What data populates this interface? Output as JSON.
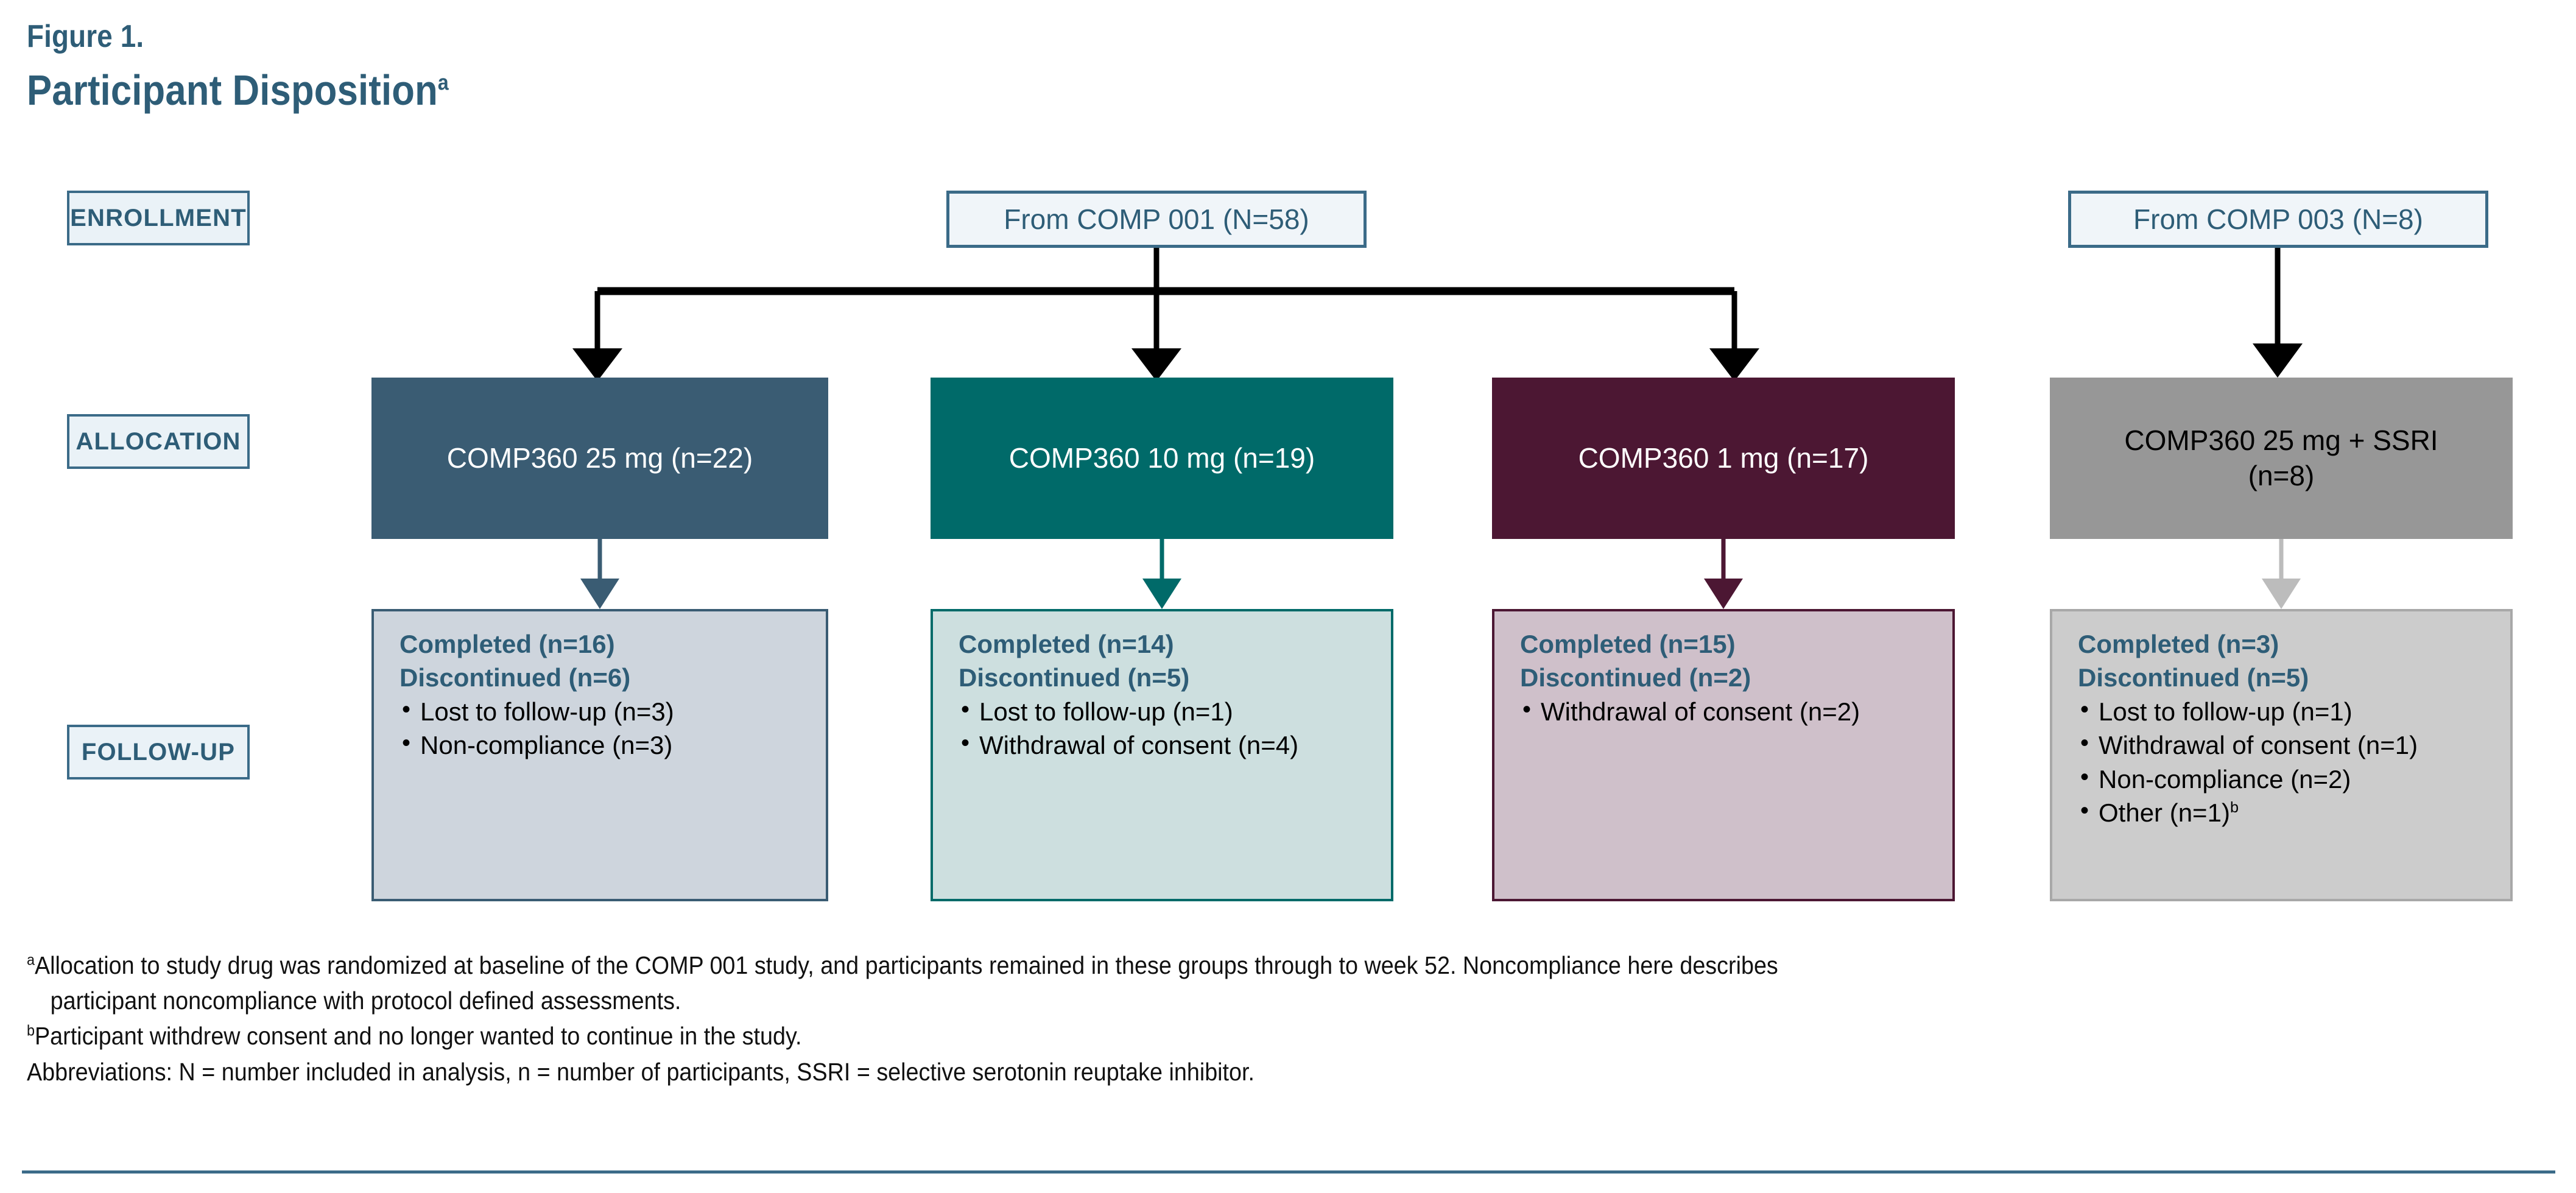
{
  "figure": {
    "label": "Figure 1.",
    "title": "Participant Disposition",
    "title_superscript": "a"
  },
  "stages": [
    {
      "id": "enrollment",
      "label": "ENROLLMENT"
    },
    {
      "id": "allocation",
      "label": "ALLOCATION"
    },
    {
      "id": "followup",
      "label": "FOLLOW-UP"
    }
  ],
  "sources": [
    {
      "id": "comp001",
      "label": "From COMP 001 (N=58)"
    },
    {
      "id": "comp003",
      "label": "From COMP 003 (N=8)"
    }
  ],
  "allocation": [
    {
      "line1": "COMP360 25 mg (n=22)",
      "line2": ""
    },
    {
      "line1": "COMP360 10 mg (n=19)",
      "line2": ""
    },
    {
      "line1": "COMP360 1 mg (n=17)",
      "line2": ""
    },
    {
      "line1": "COMP360 25 mg + SSRI",
      "line2": "(n=8)"
    }
  ],
  "followup": [
    {
      "completed": "Completed (n=16)",
      "discontinued": "Discontinued (n=6)",
      "reasons": [
        {
          "text": "Lost to follow-up (n=3)",
          "sup": ""
        },
        {
          "text": "Non-compliance (n=3)",
          "sup": ""
        }
      ]
    },
    {
      "completed": "Completed (n=14)",
      "discontinued": "Discontinued (n=5)",
      "reasons": [
        {
          "text": "Lost to follow-up (n=1)",
          "sup": ""
        },
        {
          "text": "Withdrawal of consent (n=4)",
          "sup": ""
        }
      ]
    },
    {
      "completed": "Completed (n=15)",
      "discontinued": "Discontinued (n=2)",
      "reasons": [
        {
          "text": "Withdrawal of consent (n=2)",
          "sup": ""
        }
      ]
    },
    {
      "completed": "Completed (n=3)",
      "discontinued": "Discontinued (n=5)",
      "reasons": [
        {
          "text": "Lost to follow-up (n=1)",
          "sup": ""
        },
        {
          "text": "Withdrawal of consent (n=1)",
          "sup": ""
        },
        {
          "text": "Non-compliance (n=2)",
          "sup": ""
        },
        {
          "text": "Other (n=1)",
          "sup": "b"
        }
      ]
    }
  ],
  "footnotes": {
    "a_marker": "a",
    "a_line1": "Allocation to study drug was randomized at baseline of the COMP 001 study, and participants remained in these groups through to week 52. Noncompliance here describes",
    "a_line2": "participant noncompliance with protocol defined assessments.",
    "b_marker": "b",
    "b_text": "Participant withdrew consent and no longer wanted to continue in the study.",
    "abbreviations": "Abbreviations: N = number included in analysis, n = number of participants, SSRI = selective serotonin reuptake inhibitor."
  },
  "colors": {
    "brand_blue": "#2e5d77",
    "border_blue": "#3b6b88",
    "arm_25mg": "#3a5c73",
    "arm_10mg": "#006a69",
    "arm_1mg": "#4c1733",
    "arm_ssri": "#979797",
    "fu_25mg_fill": "#ced5dd",
    "fu_10mg_fill": "#cddfdf",
    "fu_1mg_fill": "#cfc0ca",
    "fu_ssri_fill": "#cccccc",
    "connector_black": "#000000"
  }
}
